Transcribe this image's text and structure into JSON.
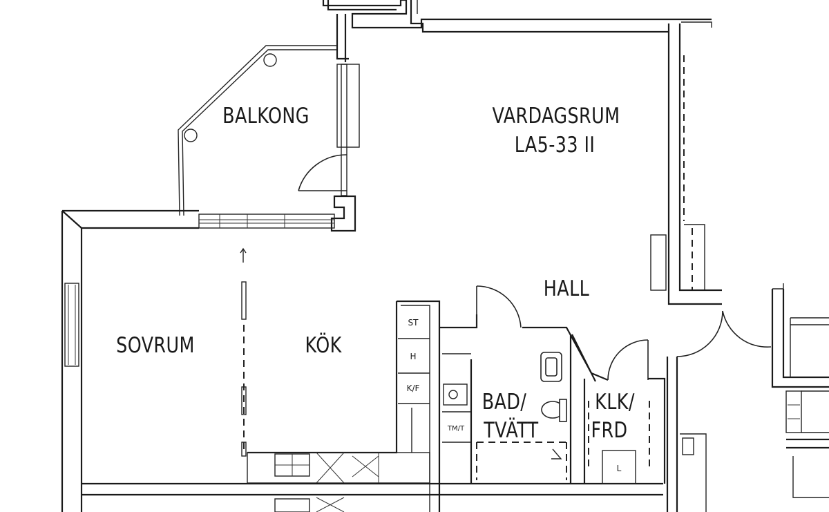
{
  "rooms": {
    "balkong": "BALKONG",
    "vardagsrum": "VARDAGSRUM",
    "unit_code": "LA5-33 II",
    "hall": "HALL",
    "sovrum": "SOVRUM",
    "kok": "KÖK",
    "bad_line1": "BAD/",
    "bad_line2": "TVÄTT",
    "klk_line1": "KLK/",
    "klk_line2": "FRD"
  },
  "appliances": {
    "st": "ST",
    "h": "H",
    "kf": "K/F",
    "tmt": "TM/T",
    "l": "L"
  }
}
